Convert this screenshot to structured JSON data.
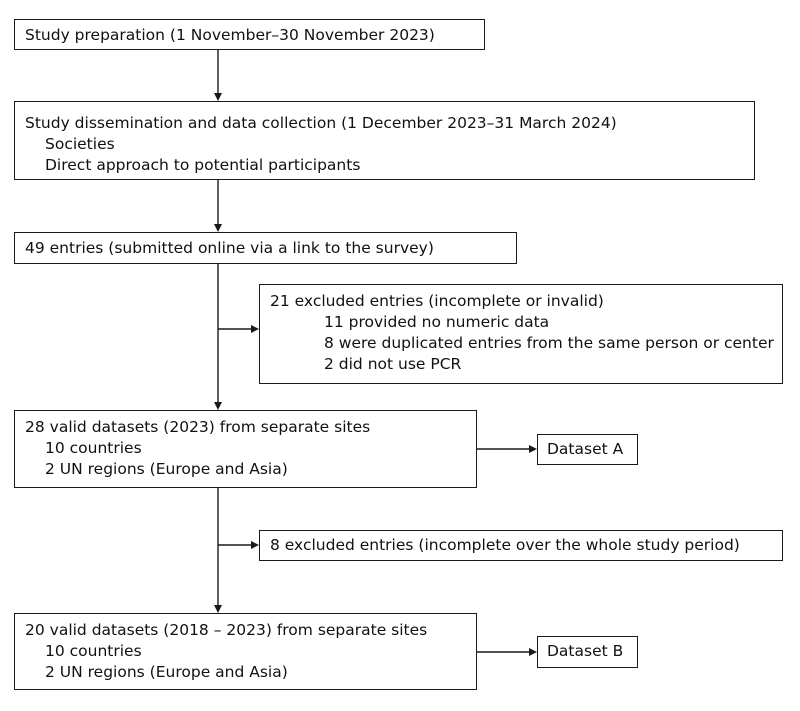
{
  "flowchart": {
    "step1": {
      "text": "Study preparation (1 November–30 November 2023)"
    },
    "step2": {
      "title": "Study dissemination and data collection (1 December 2023–31 March 2024)",
      "items": [
        "Societies",
        "Direct approach to potential participants"
      ]
    },
    "step3": {
      "text": "49 entries (submitted online via a link to the survey)"
    },
    "exclusion1": {
      "title": "21 excluded entries (incomplete or invalid)",
      "items": [
        "11 provided no numeric data",
        "8 were duplicated entries from the same person or center",
        "2 did not use PCR"
      ]
    },
    "step4": {
      "title": "28 valid datasets (2023) from separate sites",
      "items": [
        "10 countries",
        "2 UN regions (Europe and Asia)"
      ]
    },
    "dataset_a": {
      "text": "Dataset A"
    },
    "exclusion2": {
      "text": "8 excluded entries (incomplete over the whole study period)"
    },
    "step5": {
      "title": "20 valid datasets (2018 – 2023) from separate sites",
      "items": [
        "10 countries",
        "2 UN regions (Europe and Asia)"
      ]
    },
    "dataset_b": {
      "text": "Dataset B"
    }
  }
}
